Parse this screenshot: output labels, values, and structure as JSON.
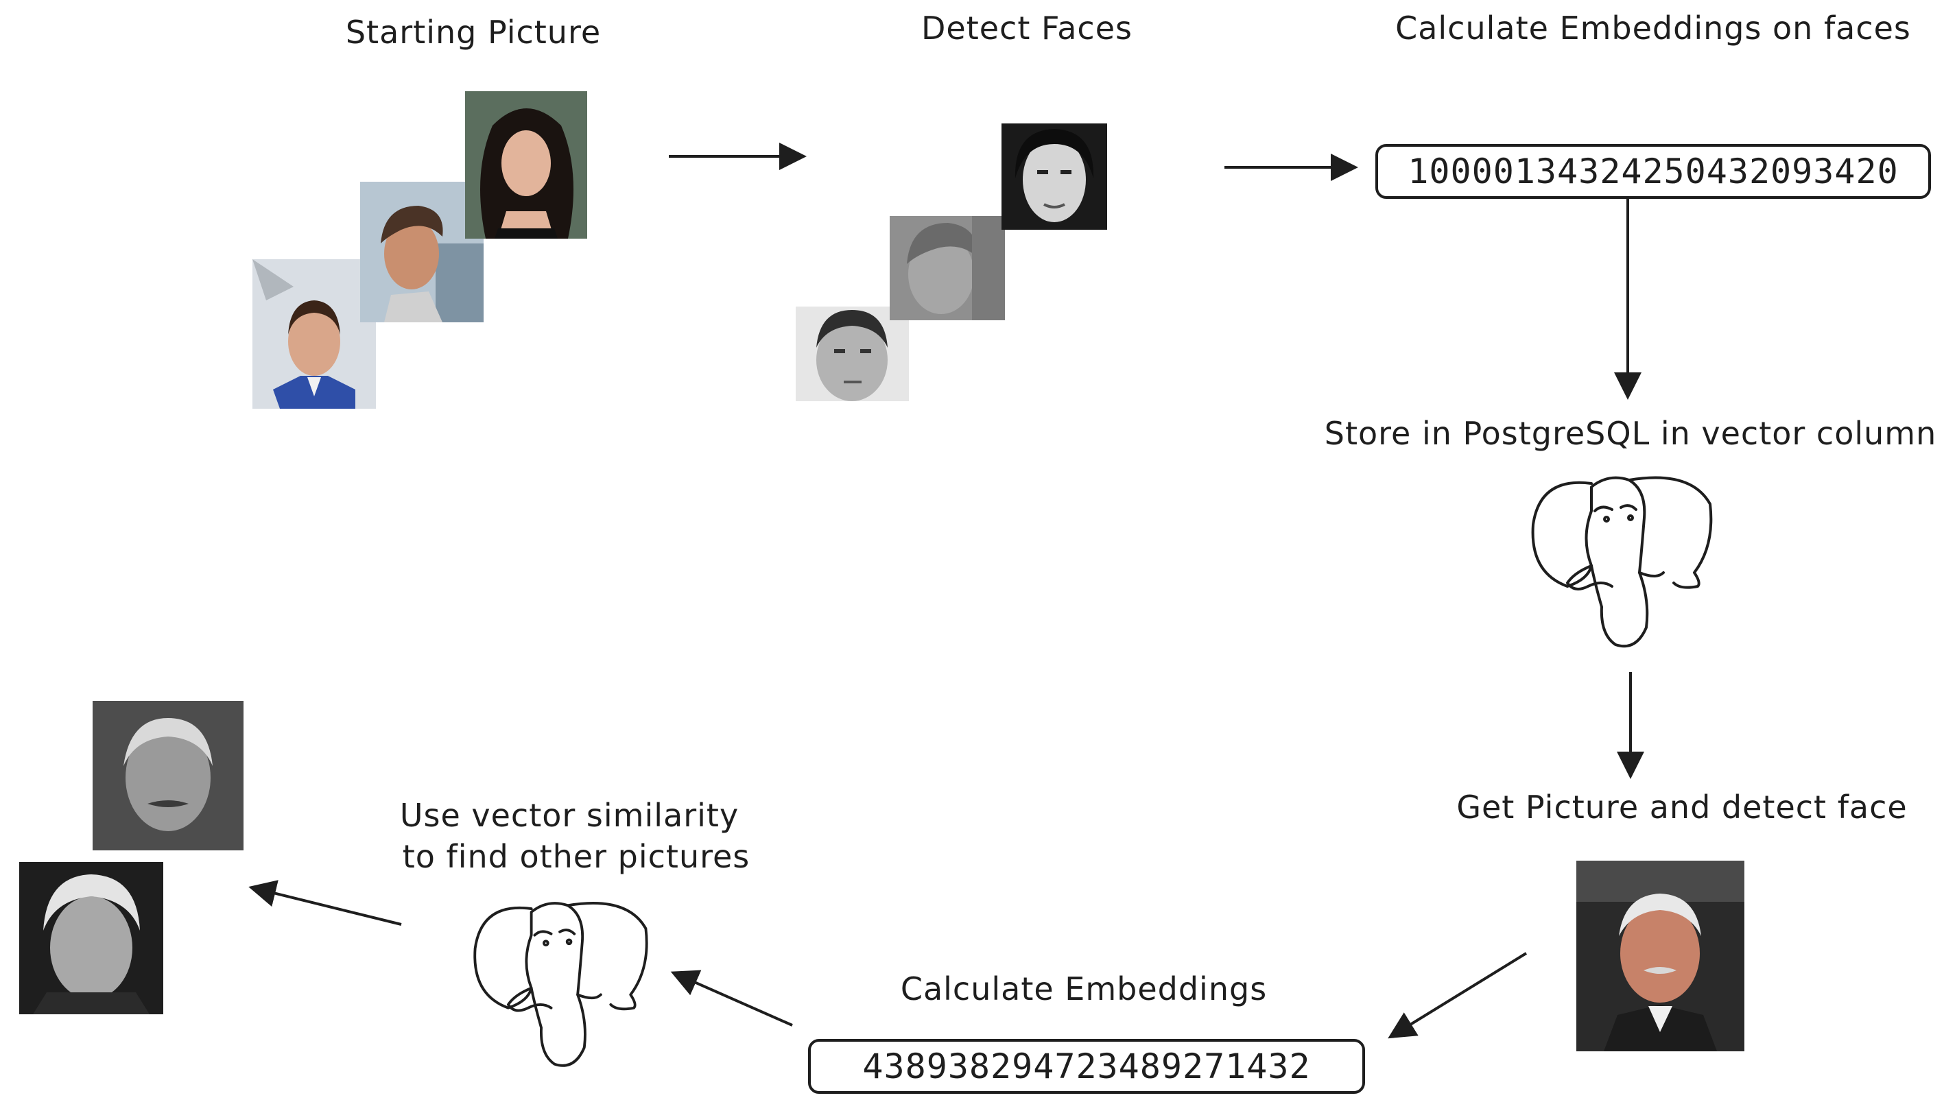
{
  "steps": {
    "starting_picture": "Starting Picture",
    "detect_faces": "Detect Faces",
    "calc_embeddings_faces": "Calculate Embeddings on faces",
    "store_postgres": "Store in PostgreSQL in vector column",
    "get_picture": "Get Picture and detect face",
    "calc_embeddings": "Calculate Embeddings",
    "similarity_line1": "Use vector similarity",
    "similarity_line2": "to find other pictures"
  },
  "embeddings": {
    "stored_vector": "10000134324250432093420",
    "query_vector": "438938294723489271432"
  },
  "icons": {
    "database": "postgresql-elephant-icon"
  }
}
